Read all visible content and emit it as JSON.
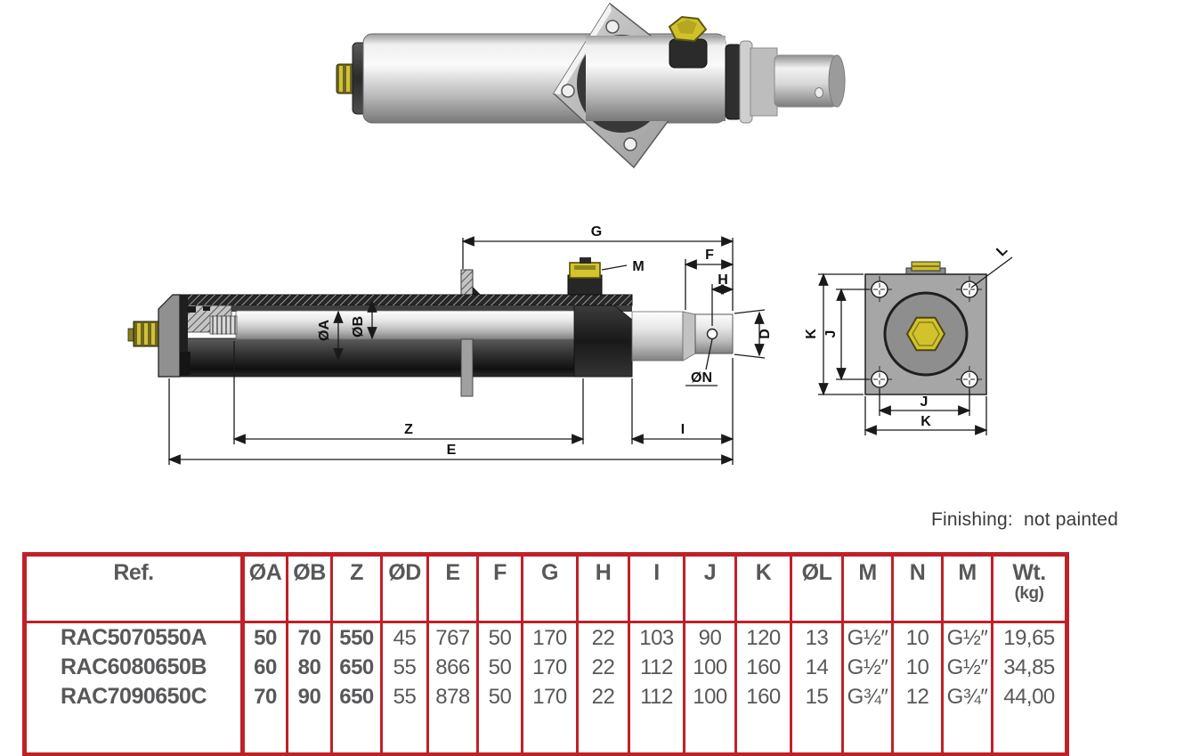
{
  "finishing_note": "Finishing:  not painted",
  "colors": {
    "table_border": "#c02128",
    "table_text": "#58585a",
    "drawing_line": "#1a1a1a",
    "fitting_yellow": "#d2c32c"
  },
  "drawing": {
    "side": {
      "g": "G",
      "m": "M",
      "f": "F",
      "h": "H",
      "d": "D",
      "on": "ØN",
      "i": "I",
      "z": "Z",
      "e": "E",
      "oa": "ØA",
      "ob": "ØB"
    },
    "front": {
      "k_left": "K",
      "j_left": "J",
      "j_bottom": "J",
      "k_bottom": "K",
      "l": "L"
    }
  },
  "table": {
    "columns": [
      "Ref.",
      "ØA",
      "ØB",
      "Z",
      "ØD",
      "E",
      "F",
      "G",
      "H",
      "I",
      "J",
      "K",
      "ØL",
      "M",
      "N",
      "M",
      "Wt."
    ],
    "wt_sub": "(kg)",
    "rows": [
      {
        "ref": "RAC5070550A",
        "values": [
          "50",
          "70",
          "550",
          "45",
          "767",
          "50",
          "170",
          "22",
          "103",
          "90",
          "120",
          "13",
          "G½″",
          "10",
          "G½″",
          "19,65"
        ]
      },
      {
        "ref": "RAC6080650B",
        "values": [
          "60",
          "80",
          "650",
          "55",
          "866",
          "50",
          "170",
          "22",
          "112",
          "100",
          "160",
          "14",
          "G½″",
          "10",
          "G½″",
          "34,85"
        ]
      },
      {
        "ref": "RAC7090650C",
        "values": [
          "70",
          "90",
          "650",
          "55",
          "878",
          "50",
          "170",
          "22",
          "112",
          "100",
          "160",
          "15",
          "G¾″",
          "12",
          "G¾″",
          "44,00"
        ]
      }
    ]
  }
}
